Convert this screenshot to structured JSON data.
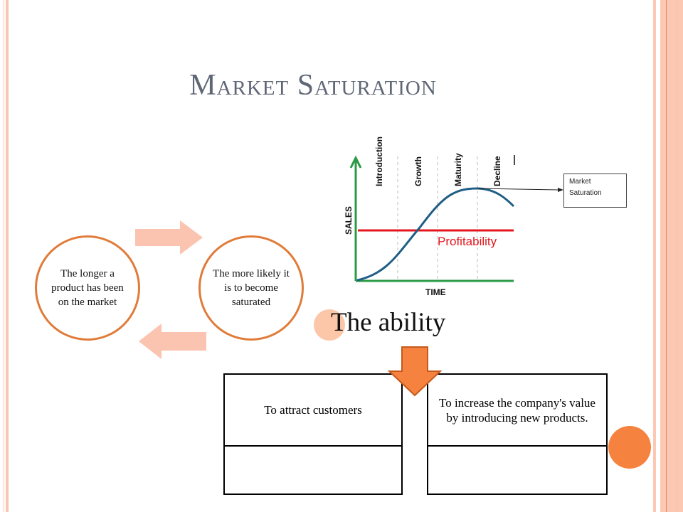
{
  "slide": {
    "title": "Market Saturation",
    "cycle": {
      "left_circle": "The longer a product has been on the market",
      "right_circle": "The more likely it is to become saturated"
    },
    "chart": {
      "stages": [
        "Introduction",
        "Growth",
        "Maturity",
        "Decline"
      ],
      "y_axis_label": "SALES",
      "x_axis_label": "TIME",
      "profitability_label": "Profitability",
      "callout": "Market Saturation"
    },
    "ability_heading": "The ability",
    "table": {
      "left_top": "To attract customers",
      "left_bottom": "",
      "right_top": "To increase the company's value by introducing new products.",
      "right_bottom": ""
    },
    "colors": {
      "accent_orange": "#f5823e",
      "circle_stroke": "#e07b39",
      "arrow_light": "#fbc4b0",
      "title_gray": "#5f6777"
    }
  }
}
